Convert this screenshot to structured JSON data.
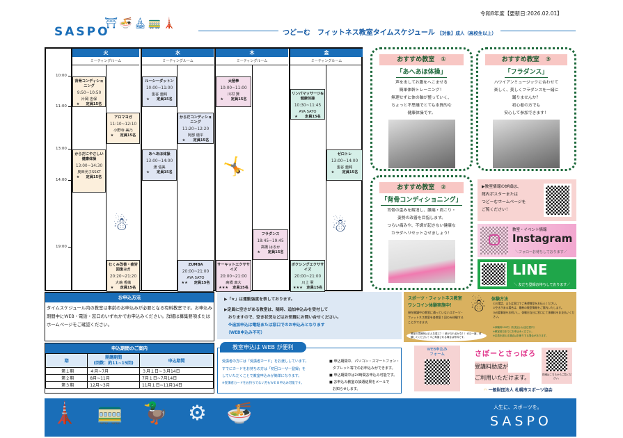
{
  "header": {
    "logo": "SASPO",
    "date": "令和8年度【更新日:2026.02.01】",
    "title": "つどーむ　フィットネス教室タイムスケジュール",
    "target": "【対象】成人（高校生以上）"
  },
  "timetable": {
    "days": [
      "火",
      "水",
      "木",
      "金"
    ],
    "room": "ミーティングルーム",
    "times": [
      "10:00",
      "11:00",
      "13:00",
      "14:00",
      "19:00"
    ],
    "classes": [
      {
        "name": "背骨コンディショニング",
        "time": "9:50~10:50",
        "instructor": "片岡 志保",
        "level": "★",
        "cap": "定員15名"
      },
      {
        "name": "からだにやさしい健康体操",
        "time": "13:00~14:30",
        "instructor": "奥田光子SSKT",
        "level": "★",
        "cap": "定員15名"
      },
      {
        "name": "アロマヨガ",
        "time": "11:10~12:10",
        "instructor": "小野寺 美乃",
        "level": "★",
        "cap": "定員15名"
      },
      {
        "name": "むくみ改善・疲労回復ヨガ",
        "time": "20:20~21:20",
        "instructor": "大嶋 香織",
        "level": "★",
        "cap": "定員15名"
      },
      {
        "name": "ルーシーダットン",
        "time": "10:00~11:00",
        "instructor": "金谷 亜純",
        "level": "★",
        "cap": "定員15名"
      },
      {
        "name": "あへあほ体操",
        "time": "13:00~14:00",
        "instructor": "渡 信美",
        "level": "★",
        "cap": "定員15名"
      },
      {
        "name": "からだコンディショニング",
        "time": "11:20~12:20",
        "instructor": "阿部 徹平",
        "level": "★",
        "cap": "定員15名"
      },
      {
        "name": "ZUMBA",
        "time": "20:00~21:00",
        "instructor": "AYA SATO",
        "level": "★★",
        "cap": "定員15名"
      },
      {
        "name": "太極拳",
        "time": "10:00~11:00",
        "instructor": "川村 賢",
        "level": "★",
        "cap": "定員15名"
      },
      {
        "name": "サーキットエクササイズ",
        "time": "20:00~21:00",
        "instructor": "高橋 真大",
        "level": "★★★",
        "cap": "定員15名"
      },
      {
        "name": "フラダンス",
        "time": "18:45~19:45",
        "instructor": "高橋 はるか",
        "level": "★",
        "cap": "定員15名"
      },
      {
        "name": "リンパマッサージ&健康体操",
        "time": "10:30~11:45",
        "instructor": "AYA SATO",
        "level": "★",
        "cap": "定員15名"
      },
      {
        "name": "ボクシングエクササイズ",
        "time": "20:00~21:00",
        "instructor": "川上 憲",
        "level": "★★★",
        "cap": "定員15名"
      },
      {
        "name": "ゼロトレ",
        "time": "13:00~14:00",
        "instructor": "金谷 亜純",
        "level": "★",
        "cap": "定員15名"
      }
    ]
  },
  "recommend": [
    {
      "head": "おすすめ教室　①",
      "name": "「あへあほ体操」",
      "lines": [
        "声を出してお腹をへこませる",
        "簡単体幹トレーニング！",
        "無理せずに体の軸が整っていく、",
        "ちょっと不思議でとても本質的な",
        "健康体操です。"
      ]
    },
    {
      "head": "おすすめ教室　③",
      "name": "「フラダンス」",
      "lines": [
        "ハワイアンミュージックに合わせて",
        "楽しく、美しくフラダンスを一緒に",
        "踊りませんか？",
        "初心者の方でも",
        "安心して参加できます！"
      ]
    },
    {
      "head": "おすすめ教室　②",
      "name": "「背骨コンディショニング」",
      "lines": [
        "背骨の歪みを解消し、腰痛・肩こり・",
        "姿勢の改善を目指します。",
        "つらい痛みや、不調が起きない健康な",
        "カラダへリセットさせましょう！"
      ]
    }
  ],
  "info": {
    "lines": [
      "▶教室情報の詳細は、",
      "館内ポスターまたは",
      "つどーむホームページを",
      "ご覧ください！"
    ]
  },
  "instagram": {
    "label": "教室・イベント情報",
    "name": "Instagram",
    "sub": "＼フォローお待ちしております／"
  },
  "line": {
    "name": "LINE",
    "sub": "＼ 友だち登録お待ちしております／"
  },
  "apply": {
    "title": "お申込方法",
    "text": "タイムスケジュール内の教室は事前のお申込みが必要となる有料教室です。お申込み期間中にWEB・電話・窓口のいずれかでお申込みください。詳細は募集要項またはホームページをご確認ください。"
  },
  "period": {
    "title": "申込期間のご案内",
    "headers": [
      "期",
      "開講期間",
      "(回数：約11~15回)",
      "申込期間"
    ],
    "rows": [
      [
        "第１期",
        "４月~7月",
        "３月１日~３月14日"
      ],
      [
        "第２期",
        "8月~11月",
        "7月１日~7月14日"
      ],
      [
        "第３期",
        "12月~3月",
        "11月１日~11月14日"
      ]
    ]
  },
  "notes": [
    "▶「★」は運動強度を表しております。",
    "▶定員に空きがある教室は、随時、追加申込みを受付して",
    "　おりますので、空き状況などはお気軽にお問い合せください。",
    "　※追加申込は電話または窓口でのお申込みとなります",
    "　（WEB申込み不可）"
  ],
  "web": {
    "pill": "教室申込は WEB が便利",
    "left": [
      "受講者の方には「受講者カード」をお渡ししています。",
      "すでにカードをお持ちの方は「初回ユーザー登録」を",
      "していただくことで教室申込みが簡単になります。",
      "※受講者カードをお持ちでない方もＷＥＢ申込み可能です。"
    ],
    "right": [
      "■ 申込期間中、パソコン・スマートフォン・",
      "　タブレット等でのお申込みができます。",
      "■ 申込期間中は24時間お申込み可能です。",
      "■ お申込み教室の抽選結果をメールで",
      "　お知らせします。"
    ],
    "qr_label": "WEB申込み\nフォーム"
  },
  "trial": {
    "title1": "スポーツ・フィットネス教室",
    "title2": "ワンコイン体験実施中！",
    "body": "現在開講中の教室に通っていないスポーツ・フィットネス教室を各教室１回のみ体験することができます。",
    "bubble": "教室の雰囲気はどんな感じ？！続けられるかな？！ぜひ一度、体験してください！※ご希望される場合は有料です。",
    "how": "体験方法",
    "steps": [
      "①お電話、または窓口でご希望教室をお伝えください。",
      "②空きがある場合は、最新の教室情報をご案内いたします。",
      "③必要事項をお伺いし、体験日当日に窓口にて体験料をお支払いください。"
    ],
    "footnotes": [
      "※体験料500円（お支払いは当日窓口）",
      "※教室前日までにお申込みください。",
      "※定員を超える場合はお断りする場合があります。"
    ]
  },
  "support": {
    "brand": "さぽーとさっぽろ",
    "line1": "受講料助成が",
    "line2": "ご利用いただけます。",
    "qr_label": "詳細はこちらからご覧ください。",
    "org": "一般財団法人 札幌市スポーツ協会"
  },
  "footer": {
    "slogan": "人生に、スポーツを。",
    "logo": "SASPO"
  },
  "colors": {
    "brand": "#1a6eb8",
    "green": "#1f6a3d",
    "line": "#1fa64a"
  }
}
